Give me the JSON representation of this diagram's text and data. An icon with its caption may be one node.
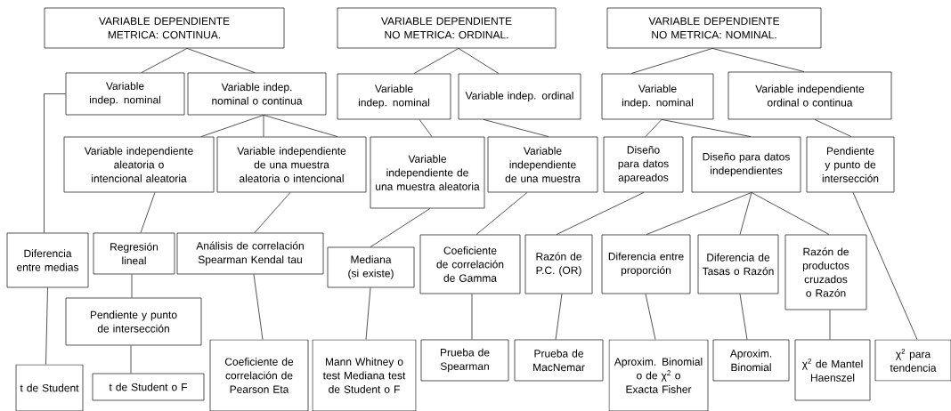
{
  "diagram": {
    "nodes": [
      {
        "text": [
          "VARIABLE DEPENDIENTE METRICA: CONTINUA."
        ]
      },
      {
        "text": [
          "VARIABLE DEPENDIENTE NO METRICA: ORDINAL."
        ]
      },
      {
        "text": [
          "VARIABLE DEPENDIENTE NO METRICA: NOMINAL."
        ]
      },
      {
        "text": [
          "Variable indep. nominal"
        ]
      },
      {
        "text": [
          "Variable indep. nominal o continua"
        ]
      },
      {
        "text": [
          "Variable indep. nominal"
        ]
      },
      {
        "text": [
          "Variable indep. ordinal"
        ]
      },
      {
        "text": [
          "Variable indep. nominal"
        ]
      },
      {
        "text": [
          "Variable independiente ordinal o continua"
        ]
      },
      {
        "text": [
          "Variable independiente aleatoria o intencional aleatoria"
        ]
      },
      {
        "text": [
          "Variable independiente de una muestra aleatoria o intencional"
        ]
      },
      {
        "text": [
          "Variable independiente de una muestra aleatoria"
        ]
      },
      {
        "text": [
          "Variable independiente de una muestra"
        ]
      },
      {
        "text": [
          "Diseño para datos apareados"
        ]
      },
      {
        "text": [
          "Diseño para datos independientes"
        ]
      },
      {
        "text": [
          "Pendiente y punto de intersección"
        ]
      },
      {
        "text": [
          "Diferencia entre medias"
        ]
      },
      {
        "text": [
          "Regresión lineal"
        ]
      },
      {
        "text": [
          "Análisis de correlación Spearman  Kendal tau"
        ]
      },
      {
        "text": [
          "Mediana (si existe)"
        ]
      },
      {
        "text": [
          "Coeficiente de correlación de Gamma"
        ]
      },
      {
        "text": [
          "Razón de P.C. (OR)"
        ]
      },
      {
        "text": [
          "Diferencia entre proporción"
        ]
      },
      {
        "text": [
          "Diferencia de Tasas o Razón"
        ]
      },
      {
        "text": [
          "Razón de productos cruzados o Razón"
        ]
      },
      {
        "text": [
          "Pendiente y punto de intersección"
        ]
      },
      {
        "text": [
          "Coeficiente de correlación de Pearson Eta"
        ]
      },
      {
        "text": [
          "Mann Whitney o test Mediana test de Student o F"
        ]
      },
      {
        "text": [
          "Prueba de Spearman"
        ]
      },
      {
        "text": [
          "Prueba de MacNemar"
        ]
      },
      {
        "text": [
          "Aproxim. Binomial o de χ$^{2}$ o Exacta Fisher"
        ]
      },
      {
        "text": [
          "Aproxim. Binomial"
        ]
      },
      {
        "text": [
          "χ$^{2}$ de Mantel Haenszel"
        ]
      },
      {
        "text": [
          "χ$^{2}$ para tendencia"
        ]
      },
      {
        "text": [
          "t de Student"
        ]
      },
      {
        "text": [
          "t de Student o F"
        ]
      }
    ],
    "edges": [
      {
        "from": 0,
        "to": 3,
        "arrow": "none"
      },
      {
        "from": 0,
        "to": 4,
        "arrow": "none"
      },
      {
        "from": 1,
        "to": 5,
        "arrow": "none"
      },
      {
        "from": 1,
        "to": 6,
        "arrow": "none"
      },
      {
        "from": 2,
        "to": 7,
        "arrow": "none"
      },
      {
        "from": 2,
        "to": 8,
        "arrow": "none"
      },
      {
        "from": 4,
        "to": 9,
        "arrow": "none"
      },
      {
        "from": 4,
        "to": 10,
        "arrow": "none"
      },
      {
        "from": 4,
        "to": 10,
        "arrow": "none"
      },
      {
        "from": 5,
        "to": 11,
        "arrow": "none"
      },
      {
        "from": 6,
        "to": 12,
        "arrow": "none"
      },
      {
        "from": 7,
        "to": 13,
        "arrow": "none"
      },
      {
        "from": 7,
        "to": 14,
        "arrow": "none"
      },
      {
        "from": 8,
        "to": 15,
        "arrow": "none"
      },
      {
        "from": 3,
        "to": 16,
        "arrow": "none"
      },
      {
        "from": 9,
        "to": 17,
        "arrow": "none"
      },
      {
        "from": 10,
        "to": 18,
        "arrow": "none"
      },
      {
        "from": 11,
        "to": 19,
        "arrow": "none"
      },
      {
        "from": 12,
        "to": 20,
        "arrow": "none"
      },
      {
        "from": 13,
        "to": 21,
        "arrow": "none"
      },
      {
        "from": 14,
        "to": 22,
        "arrow": "none"
      },
      {
        "from": 14,
        "to": 23,
        "arrow": "none"
      },
      {
        "from": 14,
        "to": 24,
        "arrow": "none"
      },
      {
        "from": 17,
        "to": 25,
        "arrow": "none"
      },
      {
        "from": 18,
        "to": 26,
        "arrow": "none"
      },
      {
        "from": 19,
        "to": 27,
        "arrow": "none"
      },
      {
        "from": 20,
        "to": 28,
        "arrow": "none"
      },
      {
        "from": 21,
        "to": 29,
        "arrow": "none"
      },
      {
        "from": 22,
        "to": 30,
        "arrow": "none"
      },
      {
        "from": 23,
        "to": 31,
        "arrow": "none"
      },
      {
        "from": 24,
        "to": 32,
        "arrow": "none"
      },
      {
        "from": 15,
        "to": 33,
        "arrow": "none"
      },
      {
        "from": 16,
        "to": 34,
        "arrow": "none"
      },
      {
        "from": 25,
        "to": 35,
        "arrow": "none"
      }
    ]
  }
}
